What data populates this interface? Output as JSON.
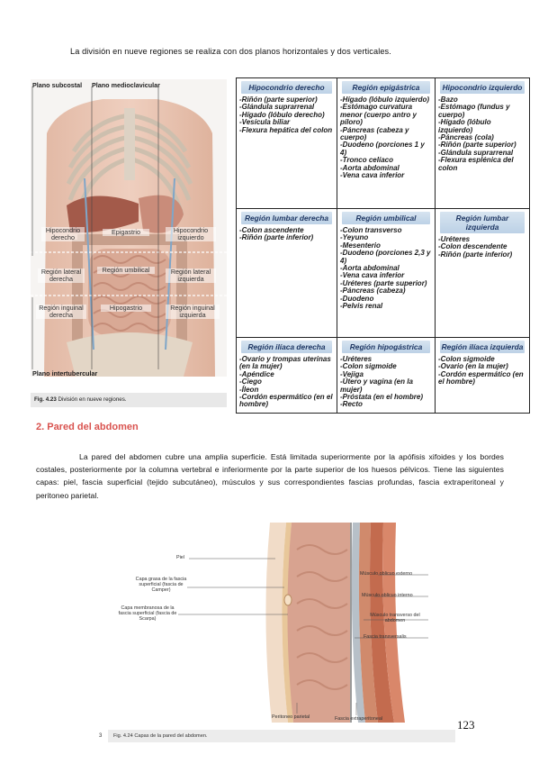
{
  "intro": "La división en nueve regiones se realiza con dos planos horizontales y dos verticales.",
  "figure1": {
    "plane_subcostal": "Plano subcostal",
    "plane_midclavicular": "Plano medioclavicular",
    "plane_intertubercular": "Plano intertubercular",
    "regions": {
      "hd": "Hipocondrio derecho",
      "ep": "Epigastrio",
      "hi": "Hipocondrio izquierdo",
      "lld": "Región lateral derecha",
      "um": "Región umbilical",
      "lli": "Región lateral izquierda",
      "ind": "Región inguinal derecha",
      "hip": "Hipogastrio",
      "ini": "Región inguinal izquierda"
    },
    "caption_num": "Fig. 4.23",
    "caption_text": "División en nueve regiones."
  },
  "table": {
    "cells": [
      {
        "title": "Hipocondrio derecho",
        "items": [
          "-Riñón (parte superior)",
          "-Glándula suprarrenal",
          "-Hígado (lóbulo derecho)",
          "-Vesícula biliar",
          "-Flexura hepática del colon"
        ]
      },
      {
        "title": "Región epigástrica",
        "items": [
          "-Hígado (lóbulo izquierdo)",
          "-Estómago curvatura menor (cuerpo antro y píloro)",
          "-Páncreas (cabeza y cuerpo)",
          "-Duodeno (porciones 1 y 4)",
          "-Tronco celíaco",
          "-Aorta abdominal",
          "-Vena cava inferior"
        ]
      },
      {
        "title": "Hipocondrio izquierdo",
        "items": [
          "-Bazo",
          "-Estómago (fundus y cuerpo)",
          "-Hígado (lóbulo izquierdo)",
          "-Páncreas (cola)",
          "-Riñón (parte superior)",
          "-Glándula suprarrenal",
          "-Flexura esplénica del colon"
        ]
      },
      {
        "title": "Región lumbar derecha",
        "items": [
          "-Colon ascendente",
          "-Riñón (parte inferior)"
        ]
      },
      {
        "title": "Región umbilical",
        "items": [
          "-Colon transverso",
          "-Yeyuno",
          "-Mesenterio",
          "-Duodeno (porciones 2,3 y 4)",
          "-Aorta abdominal",
          "-Vena cava inferior",
          "-Uréteres (parte superior)",
          "-Páncreas (cabeza)",
          "-Duodeno",
          "-Pelvis renal"
        ]
      },
      {
        "title": "Región lumbar izquierda",
        "items": [
          "-Uréteres",
          "-Colon descendente",
          "-Riñón (parte inferior)"
        ]
      },
      {
        "title": "Región ilíaca derecha",
        "items": [
          "-Ovario y trompas uterinas (en la mujer)",
          "-Apéndice",
          "-Ciego",
          "-Íleon",
          "-Cordón espermático (en el hombre)"
        ]
      },
      {
        "title": "Región hipogástrica",
        "items": [
          "-Uréteres",
          "-Colon sigmoide",
          "-Vejiga",
          "-Útero y vagina (en la mujer)",
          "-Próstata (en el hombre)",
          "-Recto"
        ]
      },
      {
        "title": "Región ilíaca izquierda",
        "items": [
          "-Colon sigmoide",
          "-Ovario (en la mujer)",
          "-Cordón espermático (en el hombre)"
        ]
      }
    ]
  },
  "section": {
    "heading": "2. Pared del abdomen",
    "paragraph": "La pared del abdomen cubre una amplia superficie. Está limitada superiormente por la apófisis xifoides y los bordes costales, posteriormente por la columna vertebral e inferiormente por la parte superior de los huesos pélvicos. Tiene las siguientes capas: piel, fascia superficial (tejido subcutáneo), músculos y sus correspondientes fascias profundas, fascia extraperitoneal y peritoneo parietal."
  },
  "figure2": {
    "labels": {
      "piel": "Piel",
      "grasa": "Capa grasa de la fascia superficial (fascia de Camper)",
      "membranosa": "Capa membranosa de la fascia superficial (fascia de Scarpa)",
      "oblicuo_ext": "Músculo oblicuo externo",
      "oblicuo_int": "Músculo oblicuo interno",
      "transverso": "Músculo transverso del abdomen",
      "fascia_transv": "Fascia transversalis",
      "peritoneo": "Peritoneo parietal",
      "extraperitoneal": "Fascia extraperitoneal"
    },
    "caption": "Fig. 4.24  Capas de la pared del abdomen."
  },
  "page_number": "123",
  "tiny_margin": "3",
  "colors": {
    "heading": "#d9534f",
    "table_header_text": "#1f3763"
  }
}
